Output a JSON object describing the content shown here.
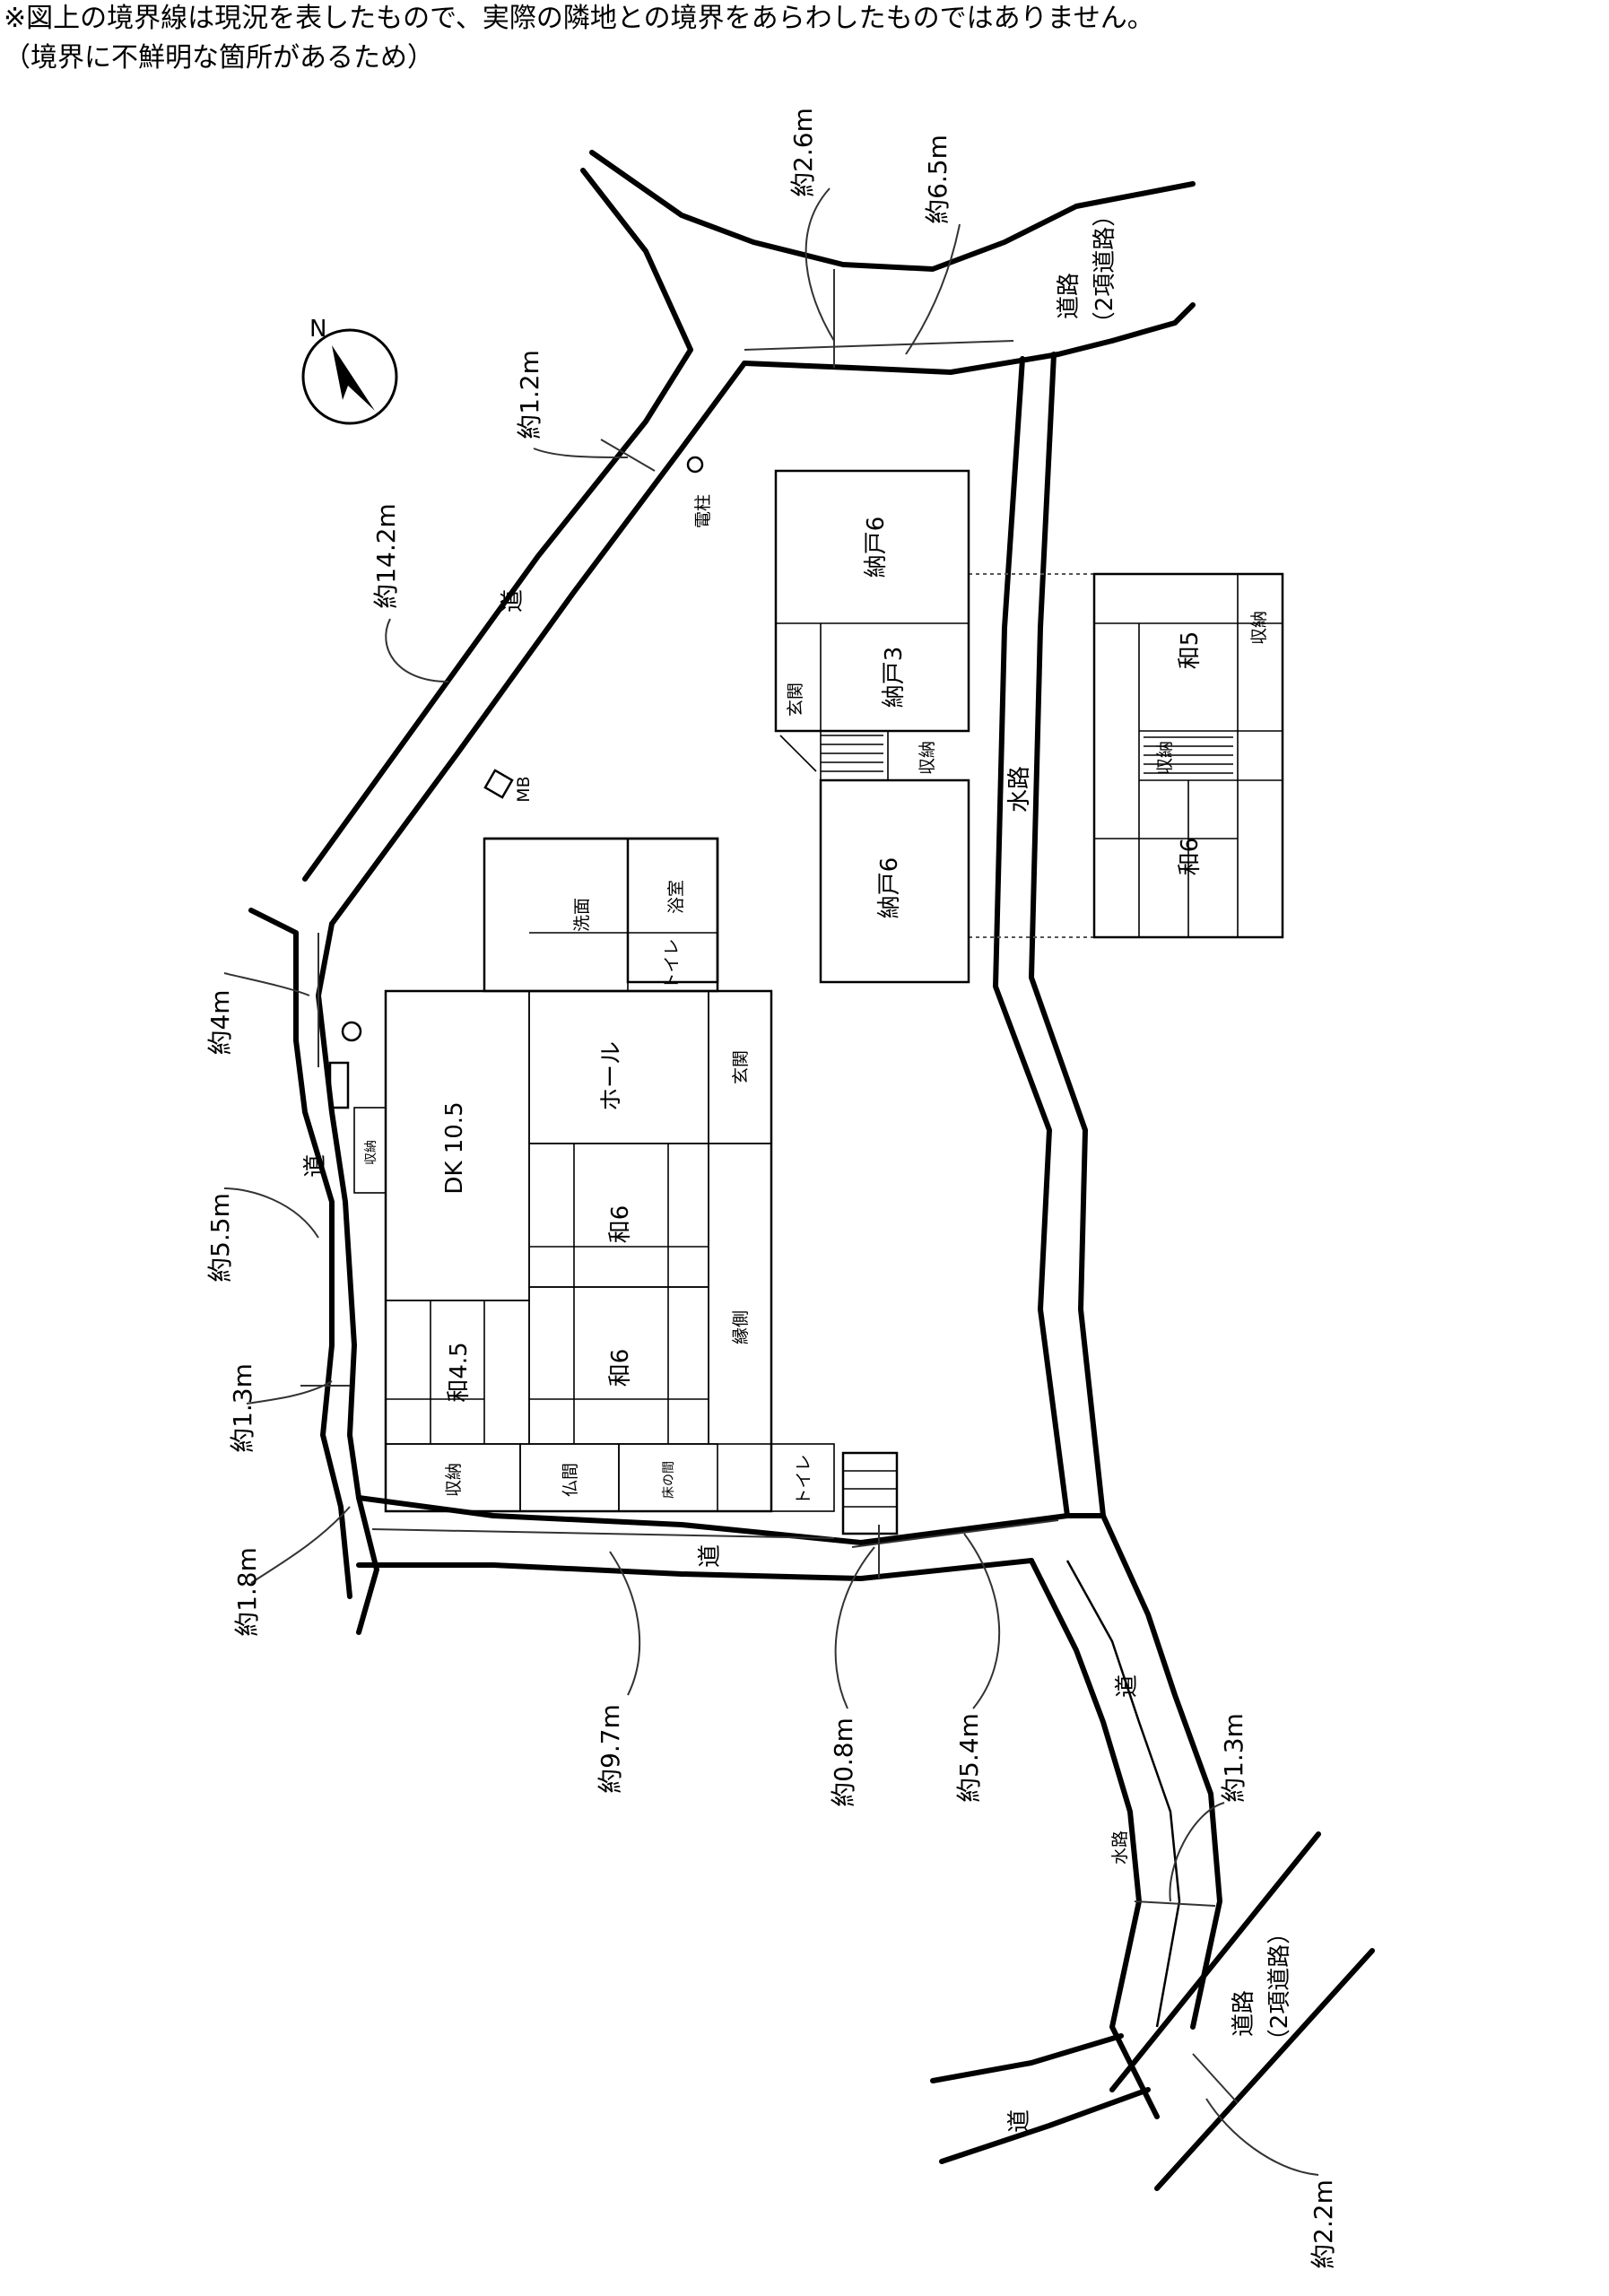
{
  "notes": {
    "line1": "※図上の境界線は現況を表したもので、実際の隣地との境界をあらわしたものではありません。",
    "line2": "（境界に不鮮明な箇所があるため）"
  },
  "compass": {
    "north": "N"
  },
  "dimensions": {
    "d_2_6": "約2.6m",
    "d_6_5": "約6.5m",
    "d_1_2": "約1.2m",
    "d_14_2": "約14.2m",
    "d_4": "約4m",
    "d_5_5": "約5.5m",
    "d_1_3_left": "約1.3m",
    "d_1_8": "約1.8m",
    "d_9_7": "約9.7m",
    "d_0_8": "約0.8m",
    "d_5_4": "約5.4m",
    "d_1_3_right": "約1.3m",
    "d_2_2": "約2.2m"
  },
  "roads": {
    "road_label": "道",
    "road_2kou_line1": "道路",
    "road_2kou_line2": "（2項道路）",
    "waterway": "水路"
  },
  "site": {
    "pole": "電柱",
    "mb": "MB"
  },
  "house1": {
    "dk": "DK 10.5",
    "hall": "ホール",
    "washroom": "洗面",
    "bath": "浴室",
    "toilet_top": "トイレ",
    "entrance": "玄関",
    "storage_small": "収納",
    "wa6_a": "和6",
    "wa6_b": "和6",
    "wa45": "和4.5",
    "engawa": "縁側",
    "storage_bottom": "収納",
    "butsuma": "仏間",
    "tokonoma": "床の間",
    "toilet_bottom": "トイレ"
  },
  "house2_ground": {
    "nando6_top": "納戸6",
    "nando3": "納戸3",
    "entrance": "玄関",
    "storage": "収納",
    "nando6_bottom": "納戸6"
  },
  "house2_upper": {
    "storage_top": "収納",
    "wa5": "和5",
    "storage_mid": "収納",
    "wa6": "和6"
  }
}
